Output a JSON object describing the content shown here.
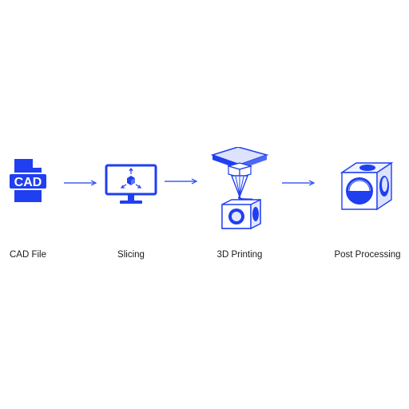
{
  "diagram": {
    "accent_color": "#1f3ff0",
    "steps": [
      {
        "label": "CAD File",
        "icon": "cad-file-icon",
        "icon_text": "CAD"
      },
      {
        "label": "Slicing",
        "icon": "monitor-slicing-icon"
      },
      {
        "label": "3D Printing",
        "icon": "3d-printer-icon"
      },
      {
        "label": "Post Processing",
        "icon": "cube-part-icon"
      }
    ]
  }
}
